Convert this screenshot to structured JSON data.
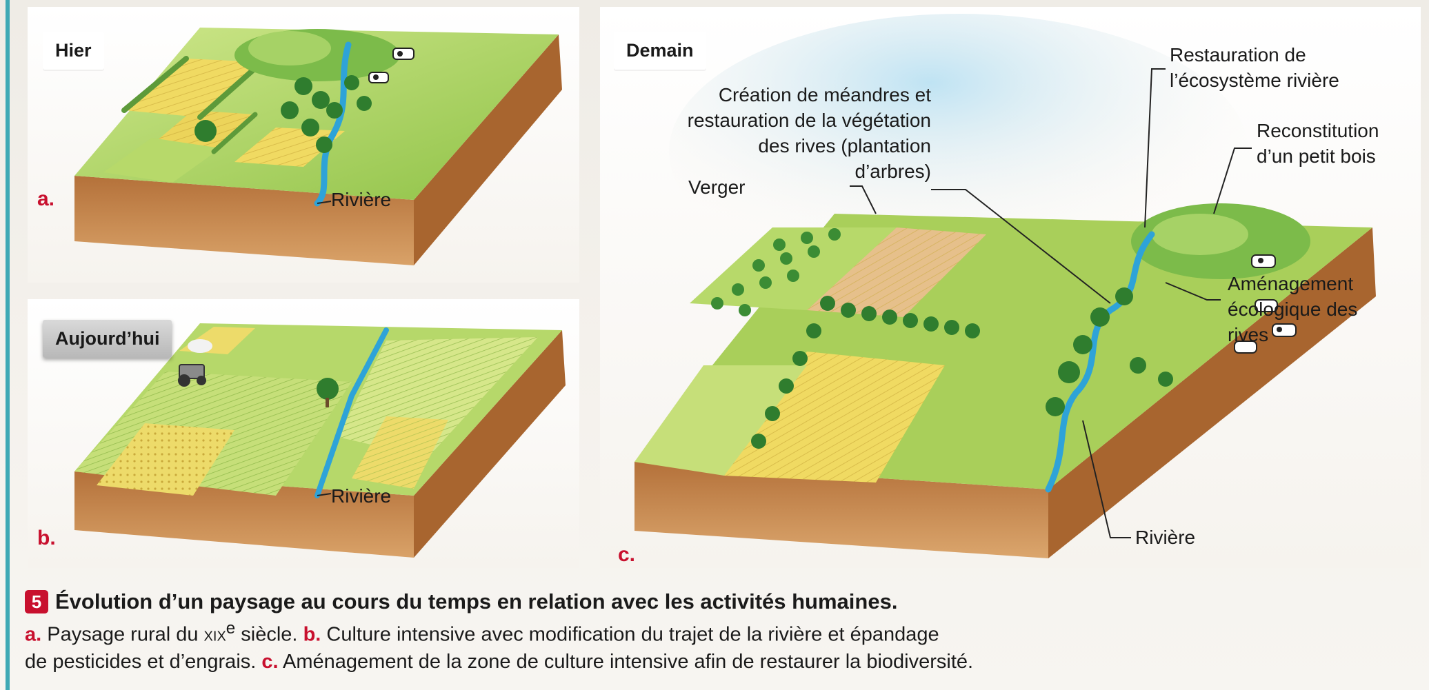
{
  "panels": {
    "a": {
      "tag": "Hier",
      "letter": "a.",
      "river_label": "Rivière"
    },
    "b": {
      "tag": "Aujourd’hui",
      "letter": "b.",
      "river_label": "Rivière"
    },
    "c": {
      "tag": "Demain",
      "letter": "c.",
      "labels": {
        "meanders": [
          "Création de méandres et",
          "restauration de la végétation",
          "des rives (plantation d’arbres)"
        ],
        "river_restoration": [
          "Restauration de",
          "l’écosystème rivière"
        ],
        "small_wood": [
          "Reconstitution",
          "d’un petit bois"
        ],
        "orchard": "Verger",
        "banks": [
          "Aménagement",
          "écologique des",
          "rives"
        ],
        "river": "Rivière"
      }
    }
  },
  "caption": {
    "number": "5",
    "title": "Évolution d’un paysage au cours du temps en relation avec les activités humaines.",
    "a_letter": "a.",
    "a_text_1": " Paysage rural du ",
    "a_century": "xix",
    "a_sup": "e",
    "a_text_2": " siècle. ",
    "b_letter": "b.",
    "b_text": " Culture intensive avec modification du trajet de la rivière et épandage",
    "b_text_line2": "de pesticides et d’engrais. ",
    "c_letter": "c.",
    "c_text": " Aménagement de la zone de culture intensive afin de restaurer la biodiversité."
  },
  "colors": {
    "accent_red": "#c8102e",
    "field_green": "#a9cf5a",
    "field_yellow": "#e7cf55",
    "river_blue": "#2ea3d8",
    "soil_brown": "#c98a4a",
    "tree_green": "#2f7d2e"
  },
  "icons": [
    "tractor-icon",
    "cow-icon",
    "tree-icon"
  ]
}
